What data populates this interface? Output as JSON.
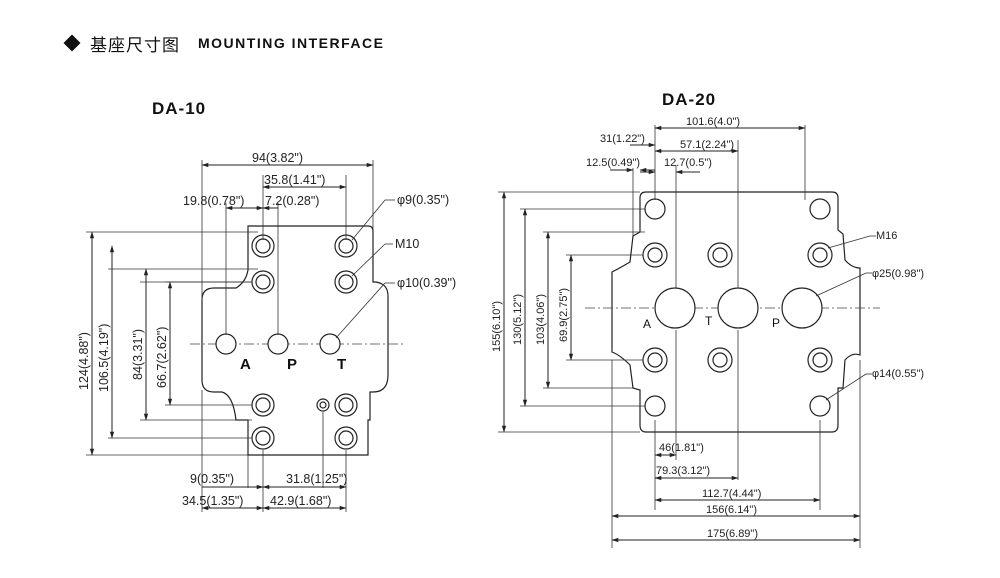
{
  "header": {
    "title_cn": "基座尺寸图",
    "title_en": "MOUNTING INTERFACE"
  },
  "da10": {
    "model": "DA-10",
    "dims": {
      "overall_width": "94(3.82\")",
      "bolt_span": "35.8(1.41\")",
      "port_offset": "19.8(0.78\")",
      "port_spacing": "7.2(0.28\")",
      "height_total": "124(4.88\")",
      "height_106": "106.5(4.19\")",
      "height_84": "84(3.31\")",
      "height_66": "66.7(2.62\")",
      "bottom_9": "9(0.35\")",
      "bottom_31": "31.8(1.25\")",
      "bottom_34": "34.5(1.35\")",
      "bottom_42": "42.9(1.68\")"
    },
    "callouts": {
      "hole_phi9": "φ9(0.35\")",
      "thread": "M10",
      "hole_phi10": "φ10(0.39\")"
    },
    "ports": [
      "A",
      "P",
      "T"
    ]
  },
  "da20": {
    "model": "DA-20",
    "dims": {
      "top_101": "101.6(4.0\")",
      "top_31": "31(1.22\")",
      "top_57": "57.1(2.24\")",
      "top_12_5": "12.5(0.49\")",
      "top_12_7": "12.7(0.5\")",
      "height_155": "155(6.10\")",
      "height_130": "130(5.12\")",
      "height_103": "103(4.06\")",
      "height_69": "69.9(2.75\")",
      "bottom_46": "46(1.81\")",
      "bottom_79": "79.3(3.12\")",
      "bottom_112": "112.7(4.44\")",
      "bottom_156": "156(6.14\")",
      "bottom_175": "175(6.89\")"
    },
    "callouts": {
      "thread": "M16",
      "port_phi25": "φ25(0.98\")",
      "hole_phi14": "φ14(0.55\")"
    },
    "ports": [
      "A",
      "T",
      "P"
    ]
  },
  "colors": {
    "line": "#222222",
    "background": "#ffffff"
  }
}
